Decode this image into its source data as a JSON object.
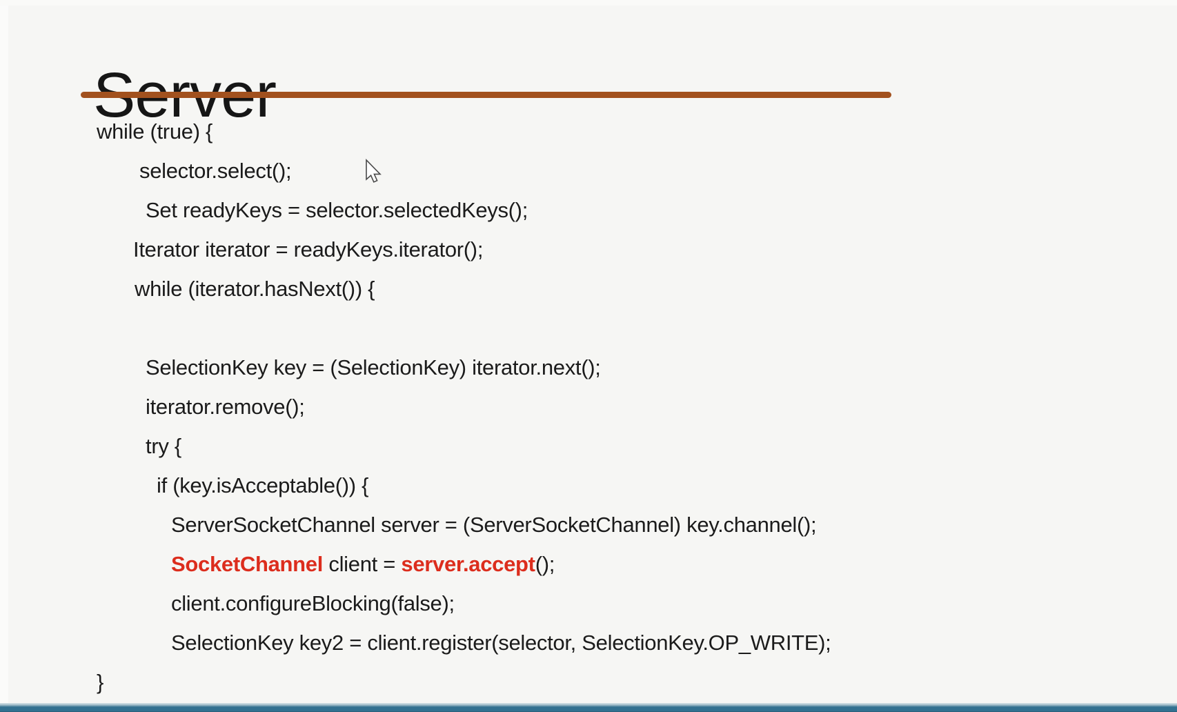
{
  "slide": {
    "title": "Server",
    "colors": {
      "accent": "#a2511e",
      "code_red": "#dc2d1d",
      "bar_teal": "#327090",
      "background": "#f6f6f4",
      "text": "#1b1b1b"
    },
    "pointer_icon": "arrow-cursor",
    "code": {
      "lines": [
        {
          "indent": 140,
          "segments": [
            {
              "text": "while (true) {"
            }
          ]
        },
        {
          "indent": 202,
          "segments": [
            {
              "text": "selector.select();"
            }
          ]
        },
        {
          "indent": 211,
          "segments": [
            {
              "text": "Set readyKeys = selector.selectedKeys();"
            }
          ]
        },
        {
          "indent": 193,
          "segments": [
            {
              "text": "Iterator iterator = readyKeys.iterator();"
            }
          ]
        },
        {
          "indent": 195,
          "segments": [
            {
              "text": "while (iterator.hasNext()) {"
            }
          ]
        },
        {
          "indent": 0,
          "segments": [
            {
              "text": ""
            }
          ]
        },
        {
          "indent": 211,
          "segments": [
            {
              "text": "SelectionKey key = (SelectionKey) iterator.next();"
            }
          ]
        },
        {
          "indent": 211,
          "segments": [
            {
              "text": "iterator.remove();"
            }
          ]
        },
        {
          "indent": 211,
          "segments": [
            {
              "text": "try {"
            }
          ]
        },
        {
          "indent": 227,
          "segments": [
            {
              "text": "if (key.isAcceptable()) {"
            }
          ]
        },
        {
          "indent": 248,
          "segments": [
            {
              "text": "ServerSocketChannel server = (ServerSocketChannel) key.channel();"
            }
          ]
        },
        {
          "indent": 248,
          "segments": [
            {
              "text": "SocketChannel",
              "style": "seg-red-bold"
            },
            {
              "text": " client = "
            },
            {
              "text": "server.accept",
              "style": "seg-red"
            },
            {
              "text": "();"
            }
          ]
        },
        {
          "indent": 248,
          "segments": [
            {
              "text": "client.configureBlocking(false);"
            }
          ]
        },
        {
          "indent": 248,
          "segments": [
            {
              "text": "SelectionKey key2 = client.register(selector, SelectionKey.OP_WRITE);"
            }
          ]
        },
        {
          "indent": 140,
          "segments": [
            {
              "text": "}"
            }
          ]
        }
      ]
    }
  }
}
